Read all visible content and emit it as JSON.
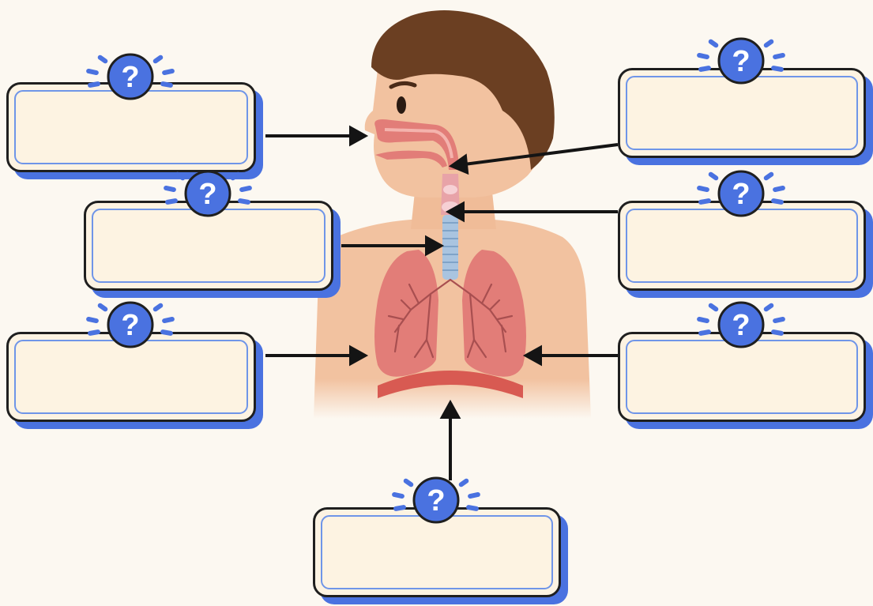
{
  "diagram": {
    "labels": [
      {
        "id": "nose",
        "text": ""
      },
      {
        "id": "mouth",
        "text": ""
      },
      {
        "id": "larynx",
        "text": ""
      },
      {
        "id": "pharynx",
        "text": ""
      },
      {
        "id": "trachea",
        "text": ""
      },
      {
        "id": "lungs-left",
        "text": ""
      },
      {
        "id": "lungs-right",
        "text": ""
      },
      {
        "id": "diaphragm",
        "text": ""
      }
    ],
    "badge_symbol": "?",
    "icons": {
      "badge": "question-mark-icon",
      "arrow": "arrow-icon"
    },
    "colors": {
      "background": "#fcf8f1",
      "box_fill": "#fdf3e2",
      "box_border": "#1f1f1f",
      "box_shadow": "#4a72e0",
      "badge": "#4a72e0",
      "lung": "#e27d78",
      "trachea": "#a9c4e0",
      "skin": "#f2c2a0",
      "hair": "#6b3f22"
    }
  }
}
